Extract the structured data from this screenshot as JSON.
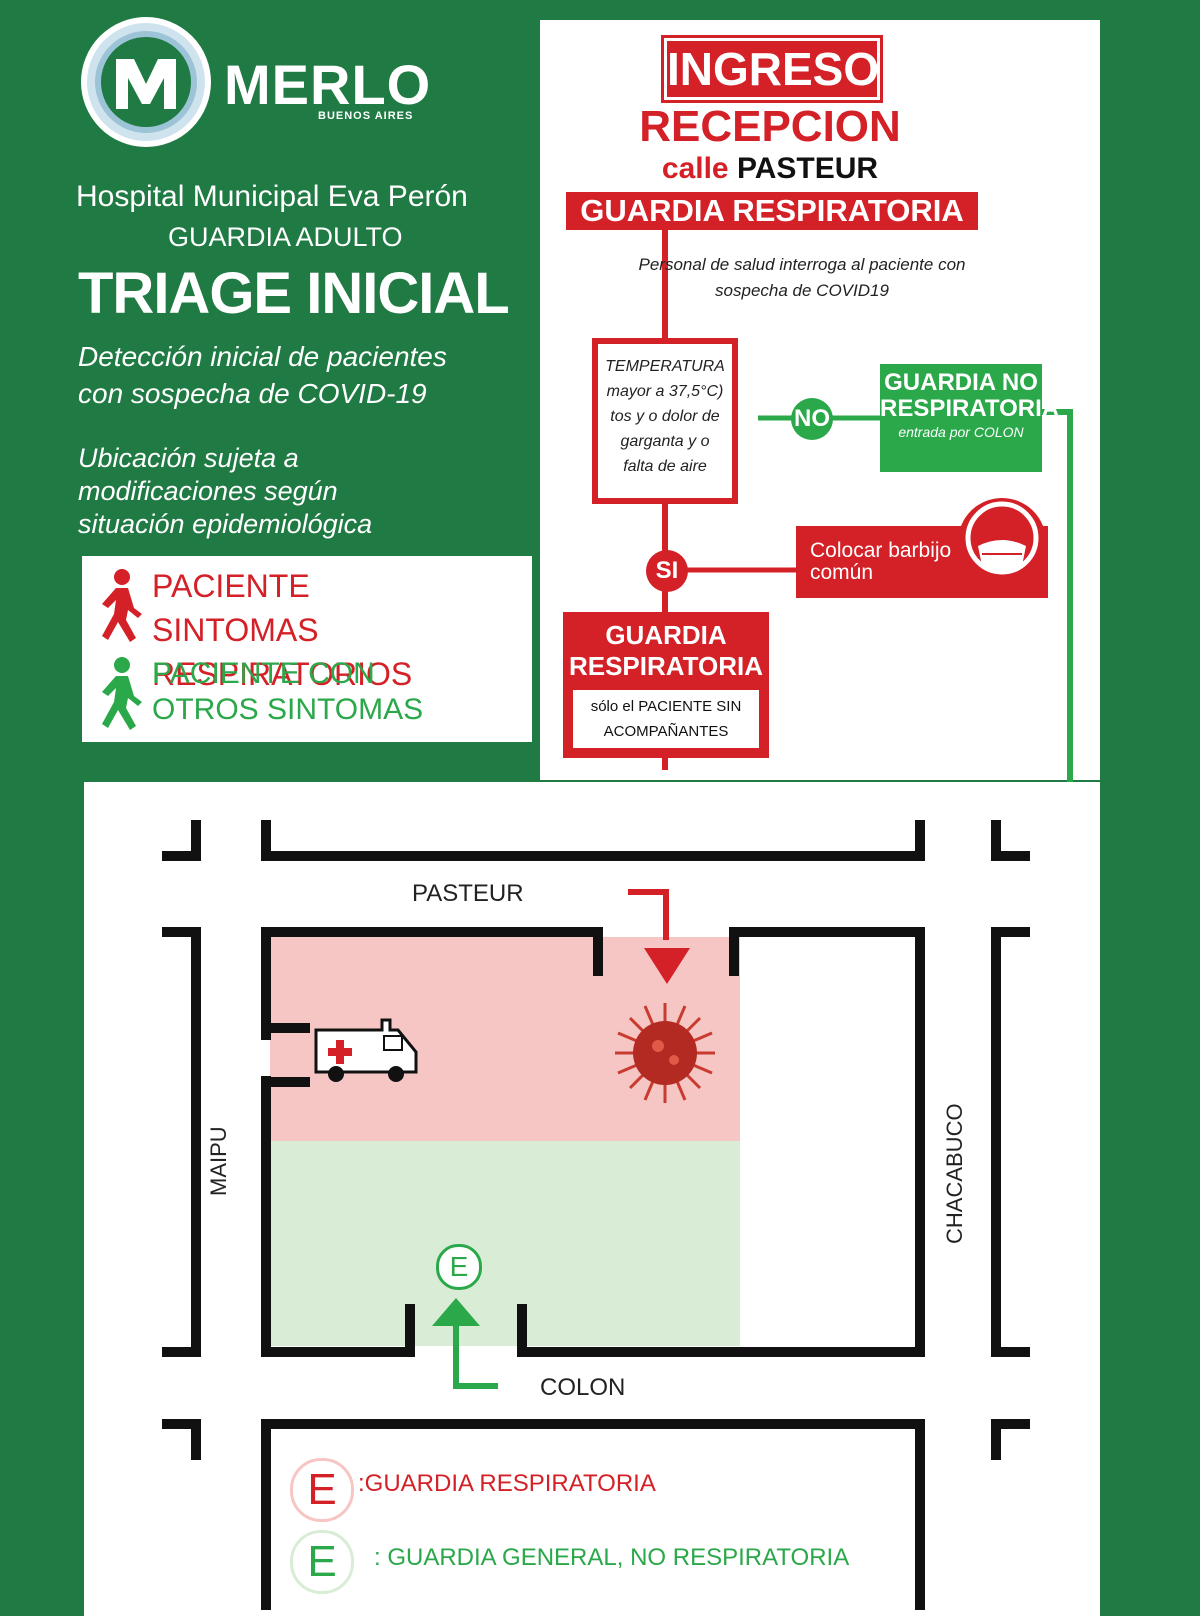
{
  "logo": {
    "name": "MERLO",
    "sub": "BUENOS AIRES"
  },
  "header": {
    "hospital": "Hospital Municipal Eva Perón",
    "department": "GUARDIA ADULTO",
    "title": "TRIAGE INICIAL",
    "subtitle": "Detección inicial de pacientes con sospecha de COVID-19",
    "note": "Ubicación sujeta a modificaciones según situación epidemiológica"
  },
  "legend": {
    "resp": "PACIENTE SINTOMAS RESPIRATORIOS",
    "other": "PACIENTE CON OTROS SINTOMAS"
  },
  "flow": {
    "ingreso": "INGRESO",
    "recepcion": "RECEPCION",
    "calle_prefix": "calle",
    "calle_name": "PASTEUR",
    "guardia_resp_banner": "GUARDIA RESPIRATORIA",
    "personal_note": "Personal de salud interroga al paciente con sospecha de COVID19",
    "temp_box": "TEMPERATURA mayor a 37,5°C) tos y o dolor de garganta y o falta de aire",
    "no_label": "NO",
    "si_label": "SI",
    "no_resp_title": "GUARDIA NO RESPIRATORIA",
    "no_resp_sub": "entrada por COLON",
    "barbijo": "Colocar barbijo común",
    "resp_box_title": "GUARDIA RESPIRATORIA",
    "resp_box_sub": "sólo el PACIENTE SIN ACOMPAÑANTES"
  },
  "map": {
    "street_top": "PASTEUR",
    "street_left": "MAIPU",
    "street_right": "CHACABUCO",
    "street_bottom": "COLON",
    "entrance_letter": "E"
  },
  "map_legend": {
    "red_text": ":GUARDIA RESPIRATORIA",
    "green_text": ": GUARDIA GENERAL, NO RESPIRATORIA",
    "letter": "E"
  },
  "colors": {
    "red": "#d42027",
    "green": "#2aa84a",
    "dark_green": "#1f7a43",
    "pink": "#f6c6c4",
    "light_green": "#d9ecd6"
  }
}
